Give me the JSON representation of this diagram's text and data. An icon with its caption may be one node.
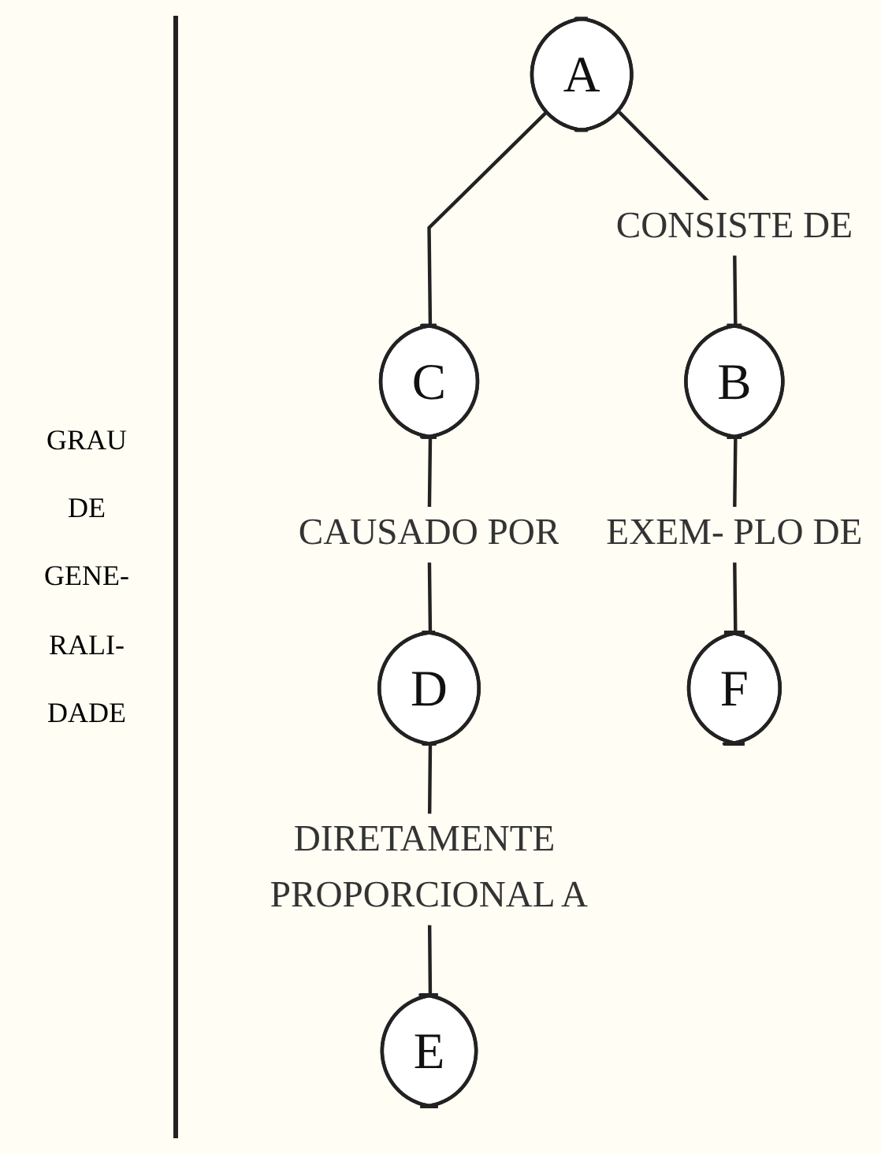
{
  "diagram": {
    "nodes": [
      {
        "text": [
          "A"
        ]
      },
      {
        "text": [
          "B"
        ]
      },
      {
        "text": [
          "C"
        ]
      },
      {
        "text": [
          "D"
        ]
      },
      {
        "text": [
          "E"
        ]
      },
      {
        "text": [
          "F"
        ]
      }
    ],
    "edges": [
      {
        "from": 0,
        "to": 1,
        "arrow": "none",
        "label": "CONSISTE DE"
      },
      {
        "from": 0,
        "to": 2,
        "arrow": "none"
      },
      {
        "from": 1,
        "to": 5,
        "arrow": "none",
        "label": "EXEM- PLO DE"
      },
      {
        "from": 2,
        "to": 3,
        "arrow": "none",
        "label": "CAUSADO POR"
      },
      {
        "from": 3,
        "to": 4,
        "arrow": "none",
        "label": "DIRETAMENTE PROPORCIONAL A"
      }
    ],
    "labels": [
      "GRAU DE GENE- RALI- DADE"
    ]
  }
}
